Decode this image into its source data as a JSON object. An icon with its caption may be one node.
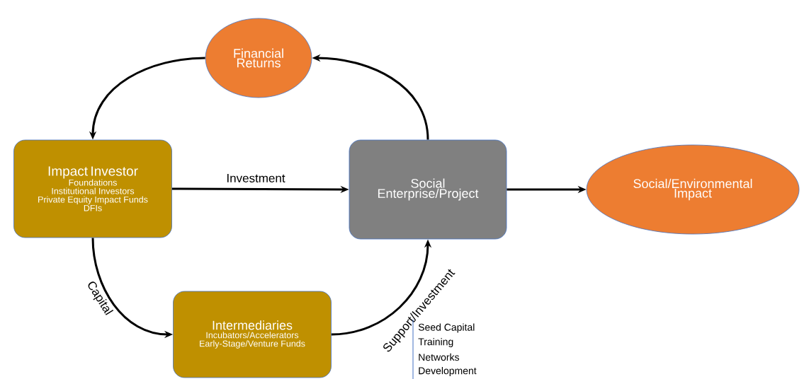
{
  "diagram": {
    "nodes": [
      {
        "text": [
          "Financial Returns"
        ]
      },
      {
        "text": [
          "Impact Investor",
          "Foundations",
          "Institutional Investors",
          "Private Equity Impact Funds",
          "DFIs"
        ]
      },
      {
        "text": [
          "Social Enterprise/Project"
        ]
      },
      {
        "text": [
          "Social/Environmental Impact"
        ]
      },
      {
        "text": [
          "Intermediaries",
          "Incubators/Accelerators",
          "Early-Stage/Venture Funds"
        ]
      }
    ],
    "edges": [
      {
        "from": 0,
        "to": 1,
        "arrow": "to"
      },
      {
        "from": 2,
        "to": 0,
        "arrow": "to"
      },
      {
        "from": 1,
        "to": 2,
        "arrow": "to",
        "label": "Investment"
      },
      {
        "from": 2,
        "to": 3,
        "arrow": "to"
      },
      {
        "from": 1,
        "to": 4,
        "arrow": "to",
        "label": "Capital"
      },
      {
        "from": 4,
        "to": 2,
        "arrow": "to",
        "label": "Support/Investment"
      }
    ],
    "labels": [
      "Seed Capital",
      "Training",
      "Networks",
      "Development"
    ]
  }
}
